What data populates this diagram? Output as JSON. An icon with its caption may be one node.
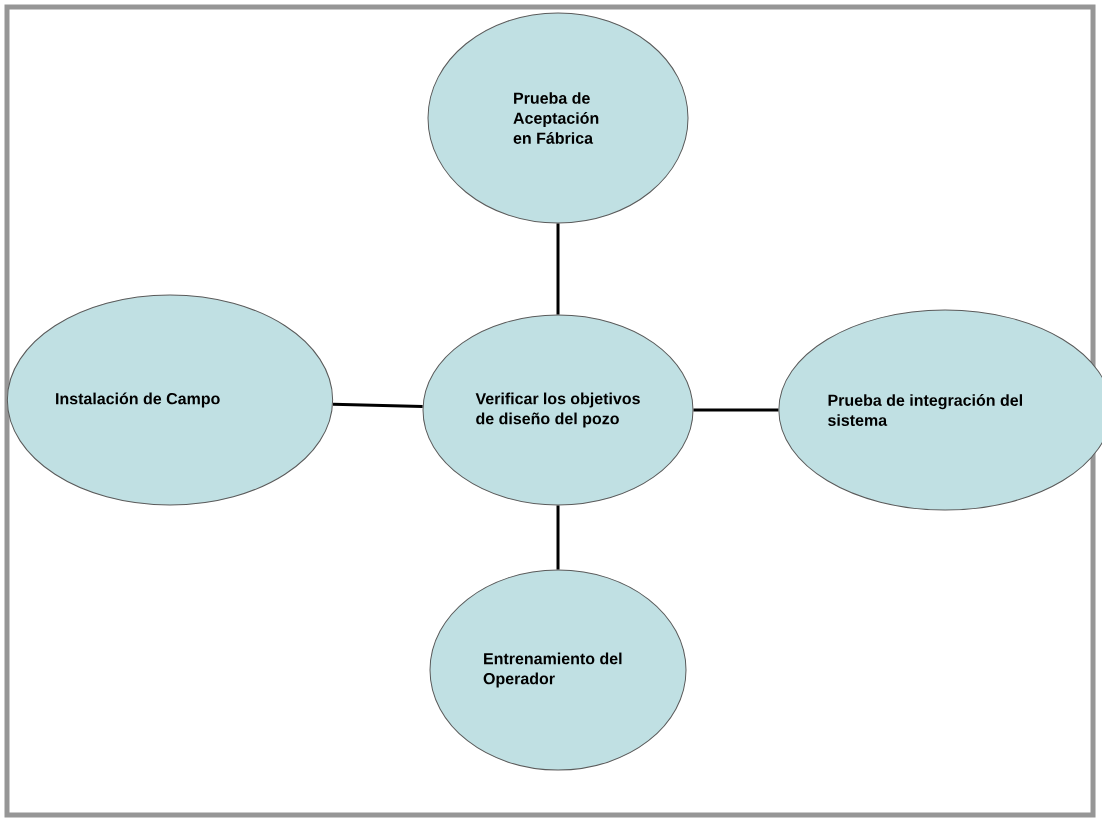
{
  "diagram": {
    "nodes": [
      {
        "text": [
          "Prueba de Aceptación en Fábrica"
        ]
      },
      {
        "text": [
          "Instalación de Campo"
        ]
      },
      {
        "text": [
          "Verificar los objetivos de diseño del pozo"
        ]
      },
      {
        "text": [
          "Prueba de integración del sistema"
        ]
      },
      {
        "text": [
          "Entrenamiento del Operador"
        ]
      }
    ],
    "edges": [
      {
        "from": 2,
        "to": 0,
        "arrow": "none"
      },
      {
        "from": 2,
        "to": 1,
        "arrow": "none"
      },
      {
        "from": 2,
        "to": 3,
        "arrow": "none"
      },
      {
        "from": 2,
        "to": 4,
        "arrow": "none"
      }
    ]
  }
}
